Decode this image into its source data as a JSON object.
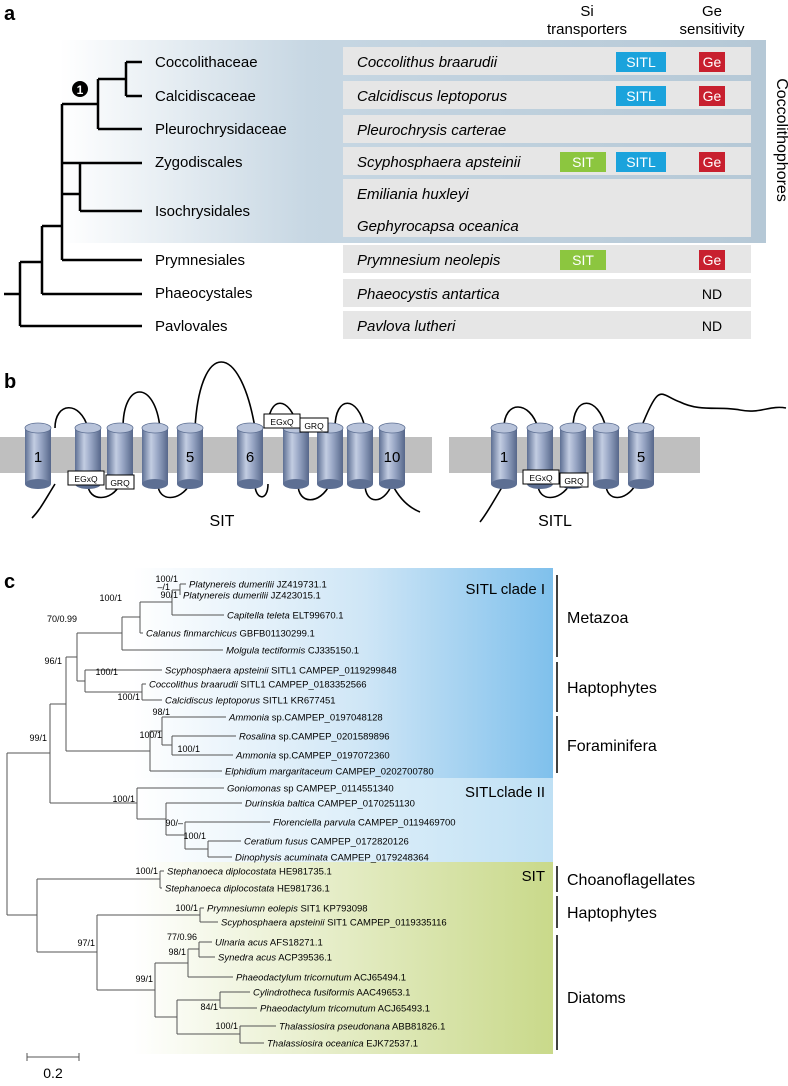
{
  "panels": {
    "a": "a",
    "b": "b",
    "c": "c"
  },
  "panel_a": {
    "col_si": [
      "Si",
      "transporters"
    ],
    "col_ge": [
      "Ge",
      "sensitivity"
    ],
    "side_label": "Coccolithophores",
    "node_label": "1",
    "taxa": [
      "Coccolithaceae",
      "Calcidiscaceae",
      "Pleurochrysidaceae",
      "Zygodiscales",
      "Isochrysidales",
      "Prymnesiales",
      "Phaeocystales",
      "Pavlovales"
    ],
    "rows": [
      {
        "species": [
          "Coccolithus braarudii"
        ],
        "sit": "",
        "sitl": "SITL",
        "ge": "Ge"
      },
      {
        "species": [
          "Calcidiscus leptoporus"
        ],
        "sit": "",
        "sitl": "SITL",
        "ge": "Ge"
      },
      {
        "species": [
          "Pleurochrysis carterae"
        ],
        "sit": "",
        "sitl": "",
        "ge": ""
      },
      {
        "species": [
          "Scyphosphaera apsteinii"
        ],
        "sit": "SIT",
        "sitl": "SITL",
        "ge": "Ge"
      },
      {
        "species": [
          "Emiliania huxleyi",
          "Gephyrocapsa oceanica"
        ],
        "sit": "",
        "sitl": "",
        "ge": ""
      },
      {
        "species": [
          "Prymnesium neolepis"
        ],
        "sit": "SIT",
        "sitl": "",
        "ge": "Ge"
      },
      {
        "species": [
          "Phaeocystis antartica"
        ],
        "sit": "",
        "sitl": "",
        "ge": "ND"
      },
      {
        "species": [
          "Pavlova lutheri"
        ],
        "sit": "",
        "sitl": "",
        "ge": "ND"
      }
    ],
    "colors": {
      "sit": "#8cc63f",
      "sitl": "#1ba3dc",
      "ge": "#c8202f",
      "row_bg": "#e6e6e6",
      "cocco_bg": "#c3d4e1"
    }
  },
  "panel_b": {
    "sit_helices": [
      "1",
      "",
      "",
      "",
      "5",
      "6",
      "",
      "",
      "",
      "10"
    ],
    "sitl_helices": [
      "1",
      "",
      "",
      "",
      "5"
    ],
    "motifs": {
      "egxq": "EGxQ",
      "grq": "GRQ"
    },
    "sit_label": "SIT",
    "sitl_label": "SITL"
  },
  "panel_c": {
    "clade_labels": {
      "sitl1": "SITL clade I",
      "sitl2": "SITLclade II",
      "sit": "SIT"
    },
    "groups": [
      "Metazoa",
      "Haptophytes",
      "Foraminifera",
      "Choanoflagellates",
      "Haptophytes",
      "Diatoms"
    ],
    "leaves": [
      {
        "i": "Platynereis dumerilii",
        "r": " JZ419731.1"
      },
      {
        "i": "Platynereis dumerilii",
        "r": " JZ423015.1"
      },
      {
        "i": "Capitella teleta",
        "r": " ELT99670.1"
      },
      {
        "i": "Calanus finmarchicus",
        "r": " GBFB01130299.1"
      },
      {
        "i": "Molgula tectiformis",
        "r": " CJ335150.1"
      },
      {
        "i": "Scyphosphaera apsteinii",
        "r": " SITL1 CAMPEP_0119299848"
      },
      {
        "i": "Coccolithus braarudii",
        "r": " SITL1 CAMPEP_0183352566"
      },
      {
        "i": "Calcidiscus leptoporus",
        "r": " SITL1 KR677451"
      },
      {
        "i": "Ammonia",
        "r": " sp.CAMPEP_0197048128"
      },
      {
        "i": "Rosalina",
        "r": " sp.CAMPEP_0201589896"
      },
      {
        "i": "Ammonia",
        "r": " sp.CAMPEP_0197072360"
      },
      {
        "i": "Elphidium margaritaceum",
        "r": " CAMPEP_0202700780"
      },
      {
        "i": "Goniomonas",
        "r": " sp CAMPEP_0114551340"
      },
      {
        "i": "Durinskia baltica",
        "r": " CAMPEP_0170251130"
      },
      {
        "i": "Florenciella parvula",
        "r": " CAMPEP_0119469700"
      },
      {
        "i": "Ceratium fusus",
        "r": " CAMPEP_0172820126"
      },
      {
        "i": "Dinophysis acuminata",
        "r": " CAMPEP_0179248364"
      },
      {
        "i": "Stephanoeca diplocostata",
        "r": " HE981735.1"
      },
      {
        "i": "Stephanoeca diplocostata",
        "r": " HE981736.1"
      },
      {
        "i": "Prymnesiumn eolepis",
        "r": " SIT1 KP793098"
      },
      {
        "i": "Scyphosphaera apsteinii",
        "r": " SIT1 CAMPEP_0119335116"
      },
      {
        "i": "Ulnaria acus",
        "r": " AFS18271.1"
      },
      {
        "i": "Synedra acus",
        "r": " ACP39536.1"
      },
      {
        "i": "Phaeodactylum tricornutum",
        "r": " ACJ65494.1"
      },
      {
        "i": "Cylindrotheca fusiformis",
        "r": " AAC49653.1"
      },
      {
        "i": "Phaeodactylum tricornutum",
        "r": " ACJ65493.1"
      },
      {
        "i": "Thalassiosira pseudonana",
        "r": " ABB81826.1"
      },
      {
        "i": "Thalassiosira oceanica",
        "r": " EJK72537.1"
      }
    ],
    "support": [
      "100/1",
      "90/1",
      "–/1",
      "100/1",
      "70/0.99",
      "100/1",
      "100/1",
      "96/1",
      "98/1",
      "100/1",
      "100/1",
      "99/1",
      "100/1",
      "90/–",
      "100/1",
      "100/1",
      "100/1",
      "77/0.96",
      "98/1",
      "99/1",
      "84/1",
      "100/1",
      "97/1"
    ],
    "scale": "0.2"
  }
}
